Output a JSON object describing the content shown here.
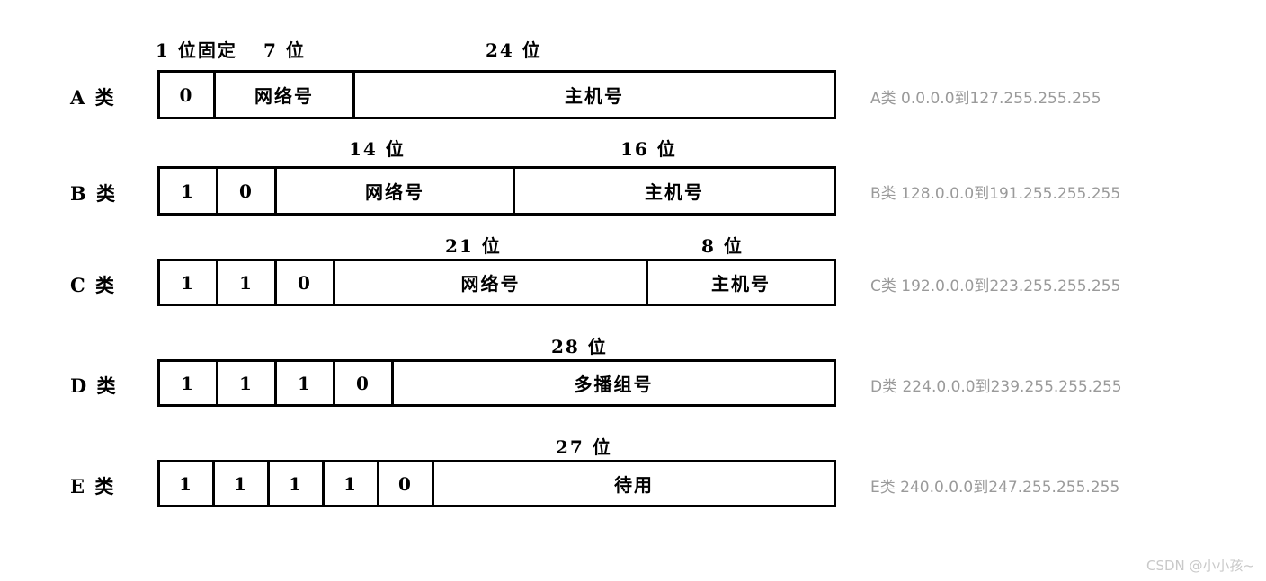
{
  "diagram": {
    "rows": [
      {
        "label": "A 类",
        "bit_headers": [
          "1 位固定",
          "7 位",
          "24 位"
        ],
        "bits": [
          "0"
        ],
        "fields": [
          "网络号",
          "主机号"
        ],
        "range": "A类 0.0.0.0到127.255.255.255"
      },
      {
        "label": "B 类",
        "bit_headers": [
          "14 位",
          "16 位"
        ],
        "bits": [
          "1",
          "0"
        ],
        "fields": [
          "网络号",
          "主机号"
        ],
        "range": "B类 128.0.0.0到191.255.255.255"
      },
      {
        "label": "C 类",
        "bit_headers": [
          "21 位",
          "8 位"
        ],
        "bits": [
          "1",
          "1",
          "0"
        ],
        "fields": [
          "网络号",
          "主机号"
        ],
        "range": "C类 192.0.0.0到223.255.255.255"
      },
      {
        "label": "D 类",
        "bit_headers": [
          "28 位"
        ],
        "bits": [
          "1",
          "1",
          "1",
          "0"
        ],
        "fields": [
          "多播组号"
        ],
        "range": "D类 224.0.0.0到239.255.255.255"
      },
      {
        "label": "E 类",
        "bit_headers": [
          "27 位"
        ],
        "bits": [
          "1",
          "1",
          "1",
          "1",
          "0"
        ],
        "fields": [
          "待用"
        ],
        "range": "E类 240.0.0.0到247.255.255.255"
      }
    ],
    "watermark": "CSDN @小小孩~"
  }
}
